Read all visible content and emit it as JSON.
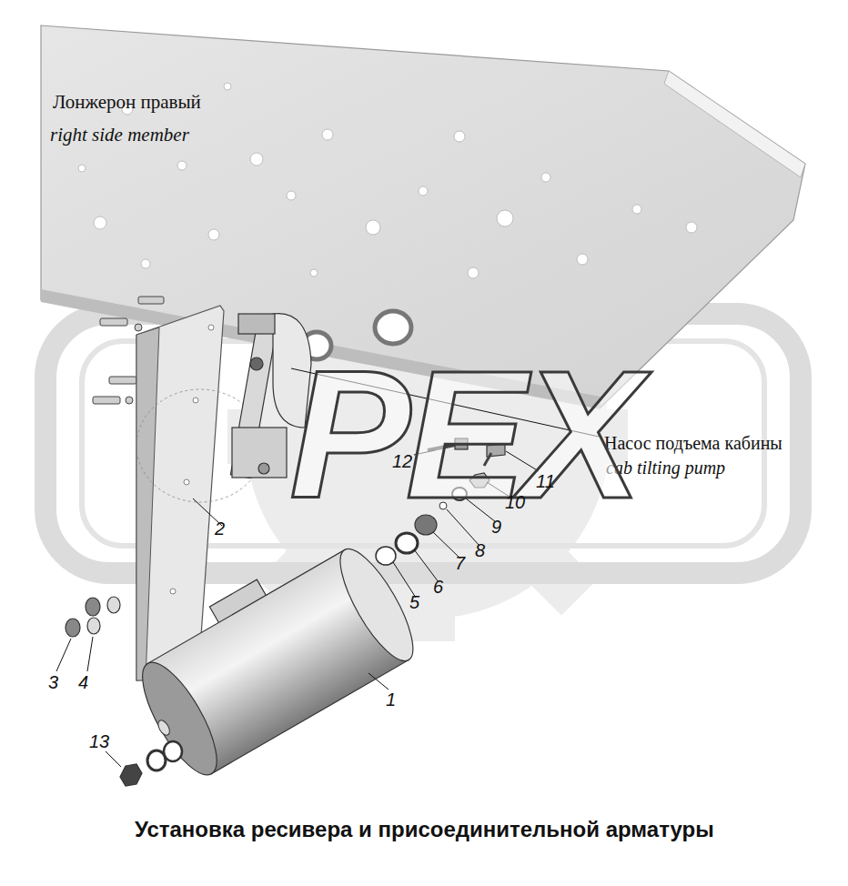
{
  "diagram": {
    "title": "Установка ресивера и присоединительной арматуры",
    "labels": [
      "Лонжерон правый",
      "right side member",
      "Насос подъема кабины",
      "cab tilting pump",
      "PEX",
      "12",
      "11",
      "10",
      "9",
      "8",
      "7",
      "6",
      "5",
      "2",
      "3",
      "4",
      "1",
      "13"
    ]
  }
}
